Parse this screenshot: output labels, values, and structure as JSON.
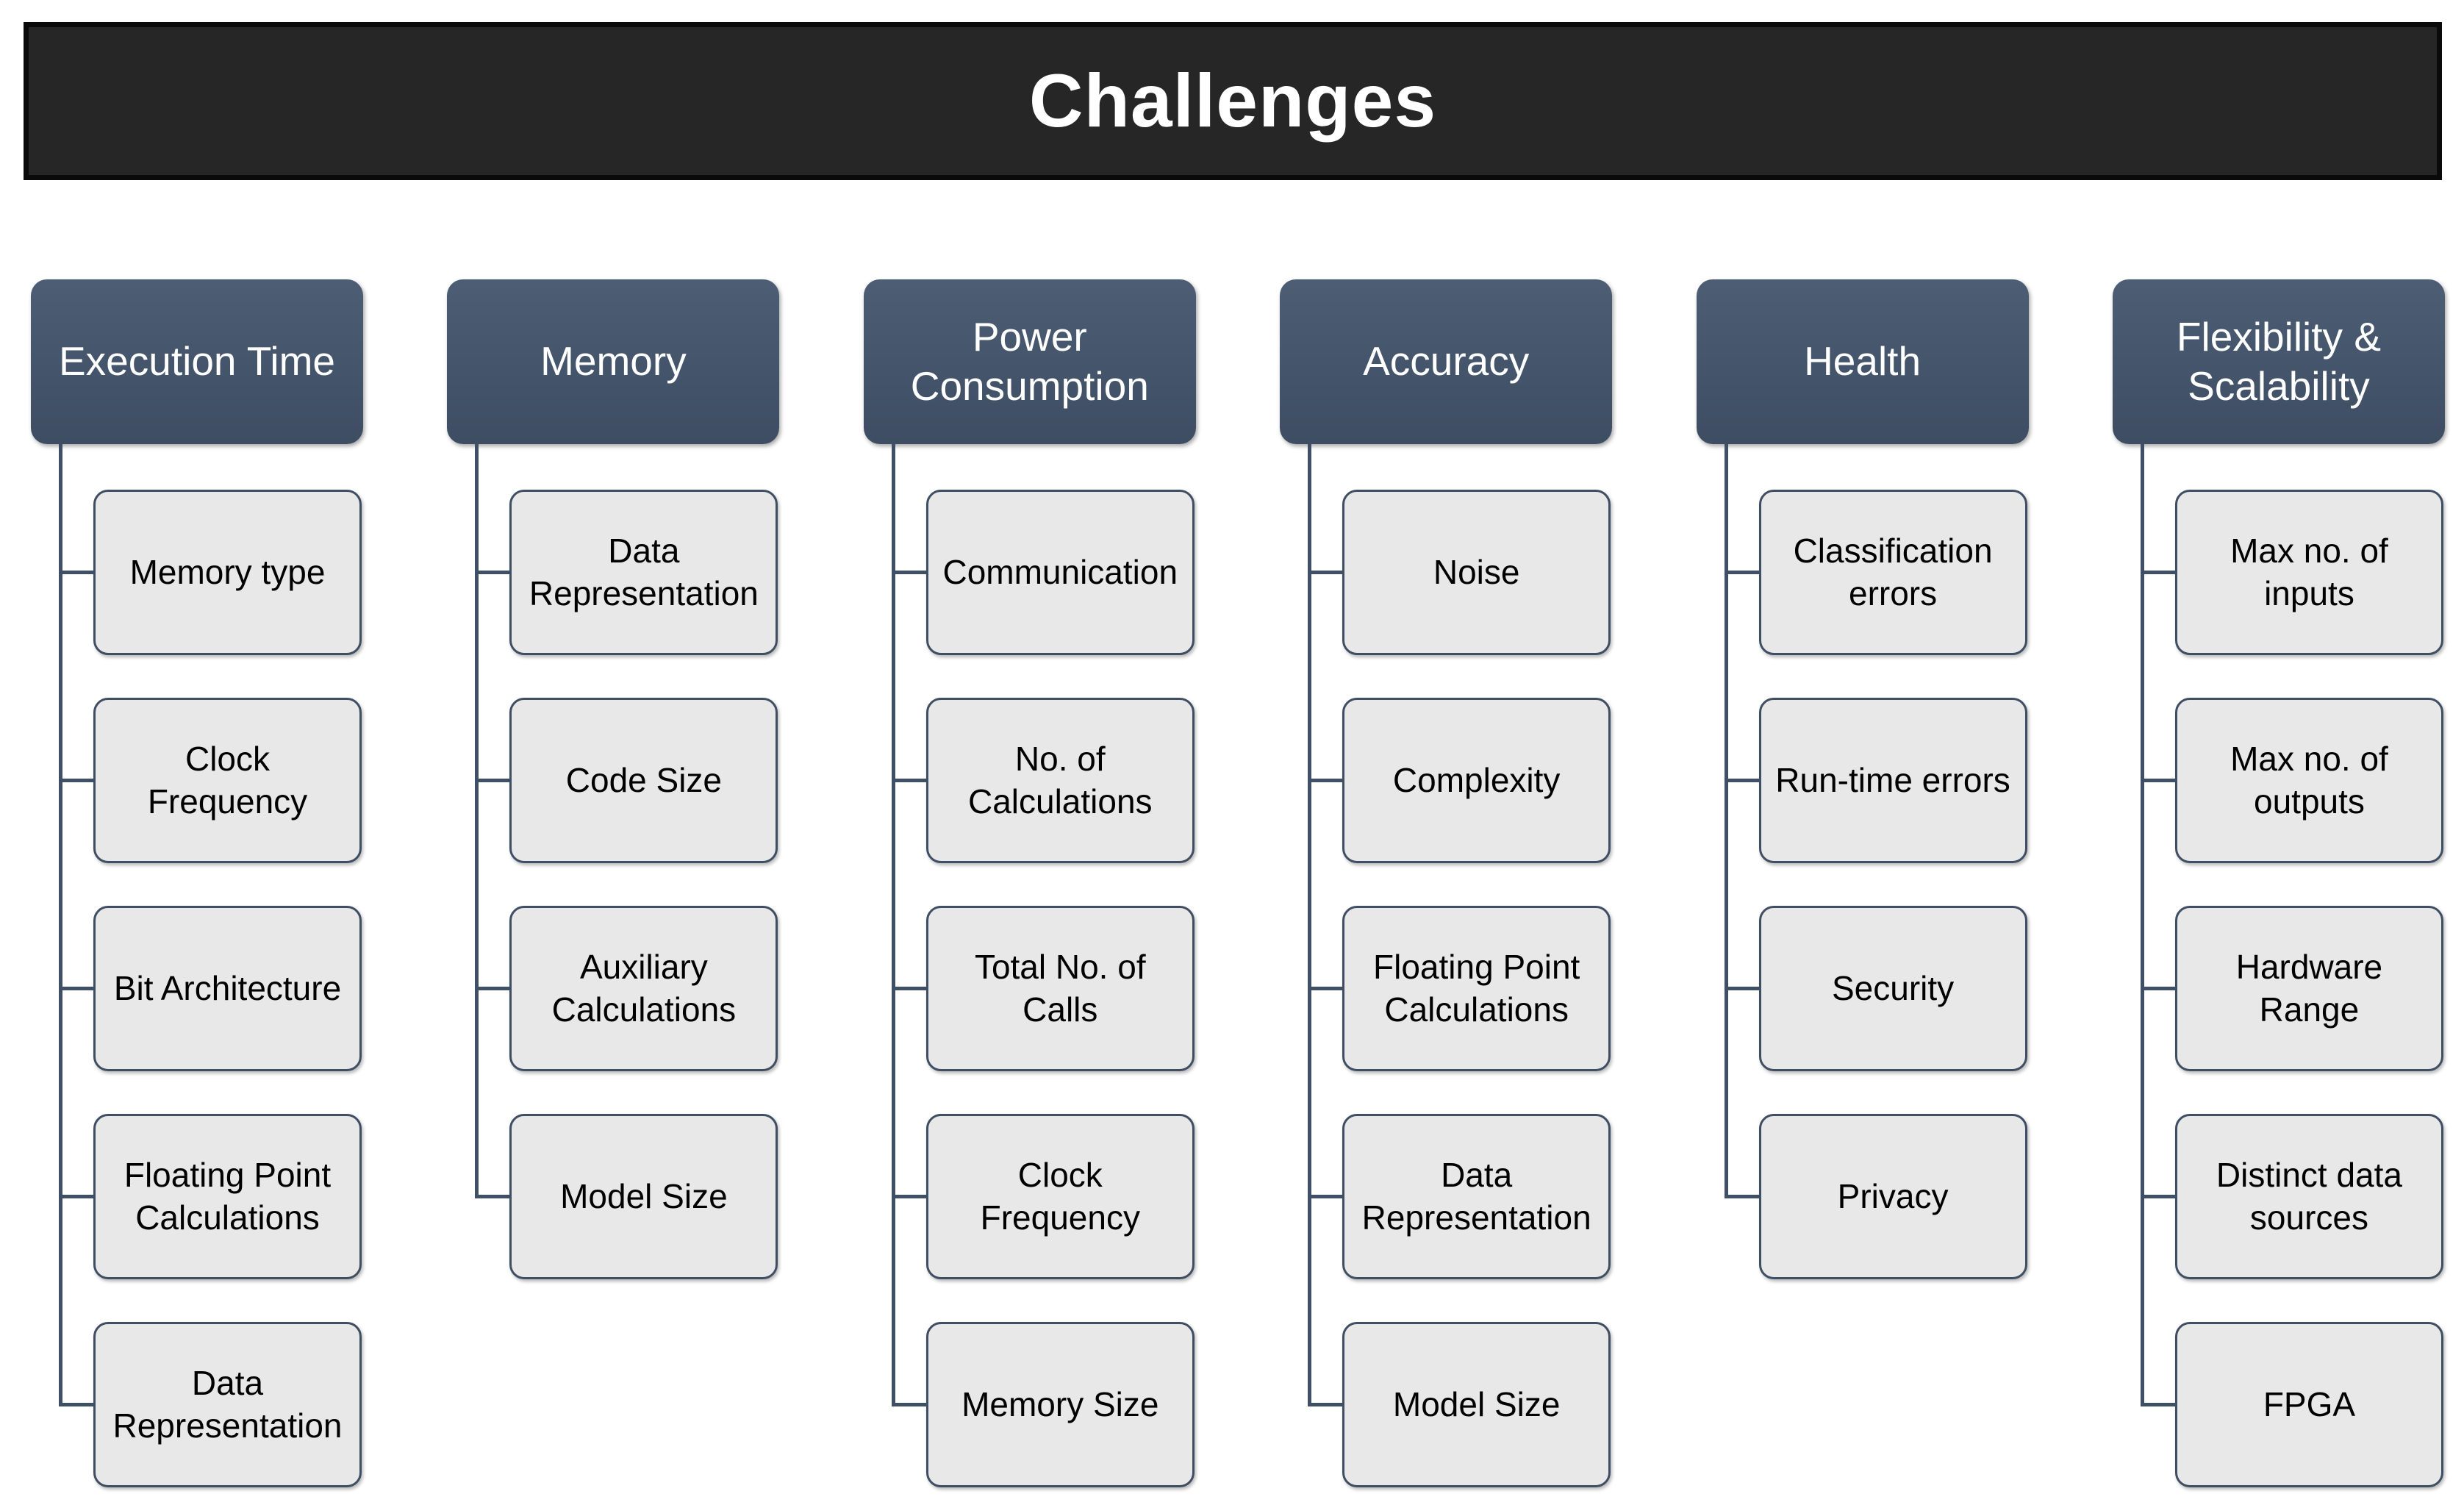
{
  "title": "Challenges",
  "colors": {
    "banner_bg": "#262626",
    "banner_border": "#0A0A0A",
    "banner_text": "#FFFFFF",
    "header_bg": "#44546A",
    "header_text": "#FFFFFF",
    "child_bg": "#E9E8E8",
    "child_border": "#3F4E63",
    "connector": "#3F4F66",
    "child_text": "#000000"
  },
  "columns": [
    {
      "header": "Execution Time",
      "children": [
        "Memory type",
        "Clock Frequency",
        "Bit Architecture",
        "Floating Point Calculations",
        "Data Representation"
      ]
    },
    {
      "header": "Memory",
      "children": [
        "Data Representation",
        "Code Size",
        "Auxiliary Calculations",
        "Model Size"
      ]
    },
    {
      "header": "Power Consumption",
      "children": [
        "Communication",
        "No. of Calculations",
        "Total No. of Calls",
        "Clock Frequency",
        "Memory Size"
      ]
    },
    {
      "header": "Accuracy",
      "children": [
        "Noise",
        "Complexity",
        "Floating Point Calculations",
        "Data Representation",
        "Model Size"
      ]
    },
    {
      "header": "Health",
      "children": [
        "Classification errors",
        "Run-time errors",
        "Security",
        "Privacy"
      ]
    },
    {
      "header": "Flexibility & Scalability",
      "children": [
        "Max no. of inputs",
        "Max no. of outputs",
        "Hardware Range",
        "Distinct data sources",
        "FPGA"
      ]
    }
  ]
}
